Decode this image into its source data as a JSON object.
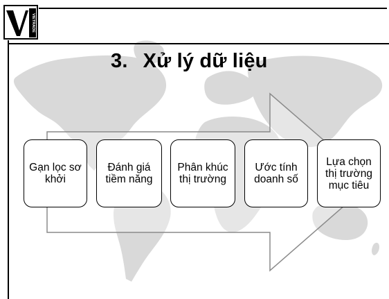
{
  "title": {
    "number": "3.",
    "text": "Xử lý dữ liệu"
  },
  "logo": {
    "text": "VIETRADE"
  },
  "process": {
    "steps": [
      {
        "label": "Gạn lọc sơ khởi"
      },
      {
        "label": "Đánh giá tiềm năng"
      },
      {
        "label": "Phân khúc thị trường"
      },
      {
        "label": "Ước tính doanh số"
      },
      {
        "label": "Lựa chọn thị trường mục tiêu"
      }
    ]
  },
  "colors": {
    "map": "#d9d9d9",
    "arrow_stroke": "#8a8a8a",
    "box_border": "#000000",
    "text": "#000000"
  }
}
